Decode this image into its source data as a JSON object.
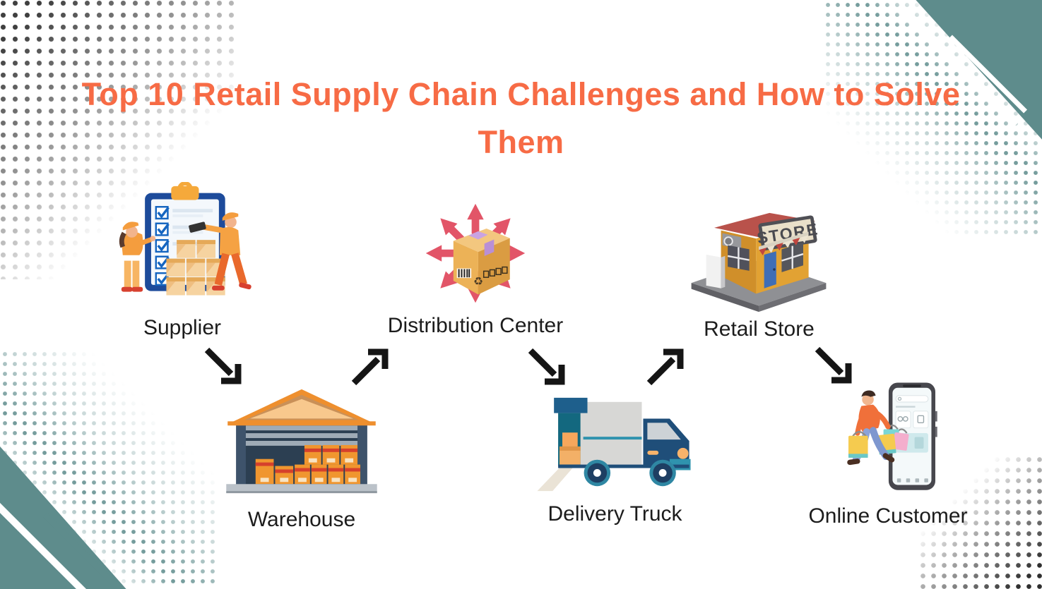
{
  "title": {
    "text": "Top 10 Retail Supply Chain Challenges and How to Solve Them"
  },
  "nodes": {
    "supplier": {
      "label": "Supplier"
    },
    "warehouse": {
      "label": "Warehouse"
    },
    "distribution_center": {
      "label": "Distribution Center"
    },
    "delivery_truck": {
      "label": "Delivery Truck"
    },
    "retail_store": {
      "label": "Retail Store"
    },
    "online_customer": {
      "label": "Online Customer"
    }
  },
  "icons": {
    "supplier": "workers-with-checklist-and-boxes-icon",
    "warehouse": "warehouse-building-icon",
    "distribution_center": "parcel-with-radiating-arrows-icon",
    "delivery_truck": "delivery-truck-loading-icon",
    "retail_store": "store-building-3d-icon",
    "online_customer": "shopper-stepping-out-of-phone-icon",
    "store_sign_text": "STORE",
    "recycle_symbol": "♻"
  },
  "flow": {
    "connections": [
      {
        "from": "Supplier",
        "to": "Warehouse",
        "arrow": "down-right"
      },
      {
        "from": "Warehouse",
        "to": "Distribution Center",
        "arrow": "up-right"
      },
      {
        "from": "Distribution Center",
        "to": "Delivery Truck",
        "arrow": "down-right"
      },
      {
        "from": "Delivery Truck",
        "to": "Retail Store",
        "arrow": "up-right"
      },
      {
        "from": "Retail Store",
        "to": "Online Customer",
        "arrow": "down-right"
      }
    ]
  },
  "colors": {
    "background": "#FFFFFF",
    "title": "#F76B45",
    "label_text": "#1C1C1C",
    "accent_teal": "#5E8C8C",
    "flow_arrow_black": "#151515",
    "distribution_arrows_pink": "#E25568",
    "box_orange": "#F0962F",
    "clipboard_navy": "#1D4B9B"
  }
}
